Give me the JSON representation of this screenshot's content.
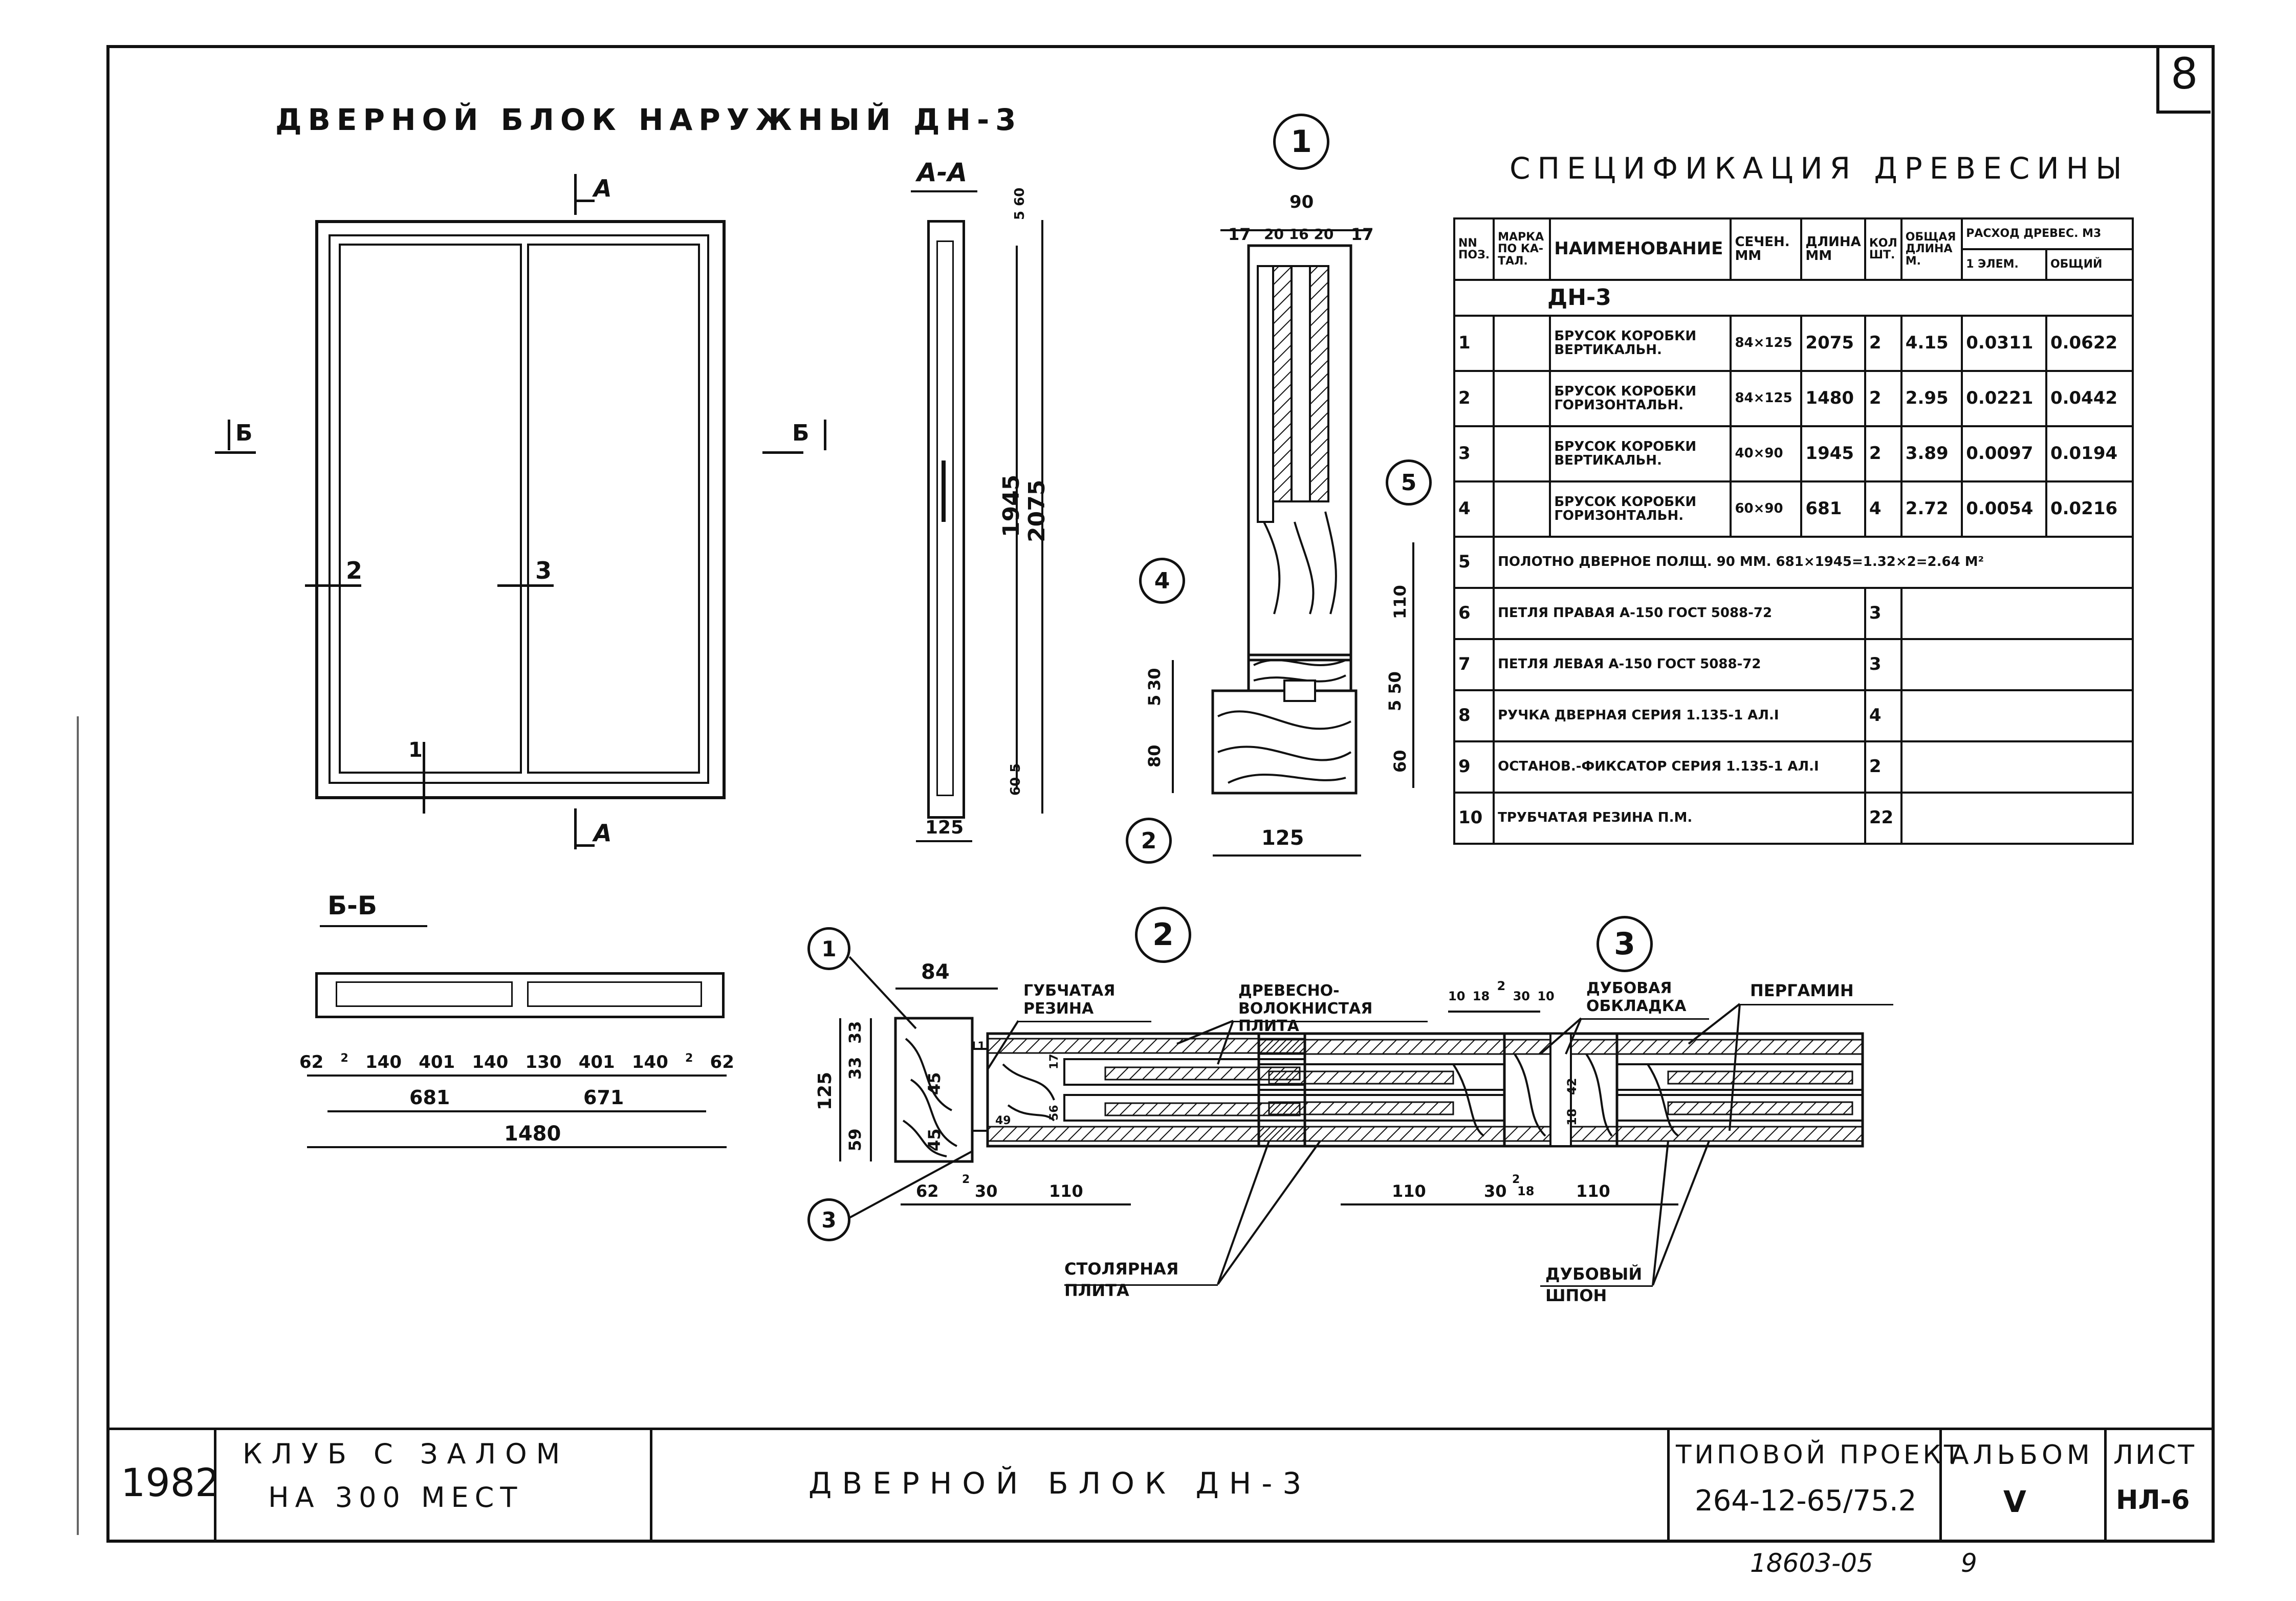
{
  "sheet": {
    "sheet_number": "8",
    "title": "ДВЕРНОЙ БЛОК НАРУЖНЫЙ ДН-3",
    "bottom_stamp": "18603-05",
    "bottom_page": "9"
  },
  "elevation": {
    "section_marks": {
      "a_top": "А",
      "a_bottom": "А",
      "b_left": "Б",
      "b_right": "Б"
    },
    "members": [
      "2",
      "3",
      "1"
    ]
  },
  "section_aa": {
    "title": "А-А",
    "dims": {
      "top": "5",
      "top2": "60",
      "mid": "1945",
      "total": "2075",
      "bot": "60",
      "bot2": "5",
      "width": "125"
    }
  },
  "section_bb": {
    "title": "Б-Б",
    "dims_row1": [
      "62",
      "2",
      "140",
      "401",
      "140",
      "130",
      "401",
      "140",
      "2",
      "62"
    ],
    "dims_row2": [
      "681",
      "671"
    ],
    "dims_total": "1480"
  },
  "detail1": {
    "label": "1",
    "dims_top": {
      "total": "90",
      "left": "17",
      "parts": "20 16 20",
      "right": "17"
    },
    "dims_left": [
      "5",
      "30",
      "80"
    ],
    "dims_right": [
      "110",
      "5",
      "50",
      "60"
    ],
    "width": "125",
    "callouts": [
      "4",
      "5",
      "2"
    ]
  },
  "detail2": {
    "label": "2",
    "width_top": "84",
    "dims_left": [
      "125",
      "33",
      "33",
      "59",
      "45",
      "45"
    ],
    "inner": [
      "11",
      "17",
      "56",
      "49"
    ],
    "dims_bottom": [
      "62",
      "2",
      "30",
      "110"
    ],
    "callouts": [
      "1",
      "3"
    ],
    "labels": {
      "rubber": "ГУБЧАТАЯ РЕЗИНА",
      "fiberboard": "ДРЕВЕСНО-ВОЛОКНИСТАЯ ПЛИТА",
      "joinery": "СТОЛЯРНАЯ ПЛИТА"
    }
  },
  "detail3": {
    "label": "3",
    "dims_top": [
      "10",
      "18",
      "2",
      "30",
      "10"
    ],
    "inner": [
      "18",
      "42"
    ],
    "dims_bottom": [
      "110",
      "30",
      "2",
      "18",
      "110"
    ],
    "labels": {
      "oak_trim": "ДУБОВАЯ ОБКЛАДКА",
      "pergamin": "ПЕРГАМИН",
      "oak_veneer": "ДУБОВЫЙ ШПОН"
    }
  },
  "spec": {
    "title": "СПЕЦИФИКАЦИЯ ДРЕВЕСИНЫ",
    "headers": {
      "nn": "NN ПОЗ.",
      "mark": "МАРКА ПО КА- ТАЛ.",
      "name": "НАИМЕНОВАНИЕ",
      "section": "СЕЧЕН. ММ",
      "length": "ДЛИНА ММ",
      "qty": "КОЛ ШТ.",
      "total_len": "ОБЩАЯ ДЛИНА М.",
      "wood": "РАСХОД ДРЕВЕС. М3",
      "per_el": "1 ЭЛЕМ.",
      "total": "ОБЩИЙ"
    },
    "group": "ДН-3",
    "rows": [
      {
        "n": "1",
        "name": "БРУСОК КОРОБКИ ВЕРТИКАЛЬН.",
        "section": "84×125",
        "length": "2075",
        "qty": "2",
        "total_len": "4.15",
        "per_el": "0.0311",
        "total": "0.0622"
      },
      {
        "n": "2",
        "name": "БРУСОК КОРОБКИ ГОРИЗОНТАЛЬН.",
        "section": "84×125",
        "length": "1480",
        "qty": "2",
        "total_len": "2.95",
        "per_el": "0.0221",
        "total": "0.0442"
      },
      {
        "n": "3",
        "name": "БРУСОК КОРОБКИ ВЕРТИКАЛЬН.",
        "section": "40×90",
        "length": "1945",
        "qty": "2",
        "total_len": "3.89",
        "per_el": "0.0097",
        "total": "0.0194"
      },
      {
        "n": "4",
        "name": "БРУСОК КОРОБКИ ГОРИЗОНТАЛЬН.",
        "section": "60×90",
        "length": "681",
        "qty": "4",
        "total_len": "2.72",
        "per_el": "0.0054",
        "total": "0.0216"
      }
    ],
    "wide_rows": [
      {
        "n": "5",
        "text": "ПОЛОТНО ДВЕРНОЕ ПОЛЩ. 90 ММ. 681×1945=1.32×2=2.64 М²",
        "qty": ""
      },
      {
        "n": "6",
        "text": "ПЕТЛЯ ПРАВАЯ А-150 ГОСТ 5088-72",
        "qty": "3"
      },
      {
        "n": "7",
        "text": "ПЕТЛЯ ЛЕВАЯ А-150 ГОСТ 5088-72",
        "qty": "3"
      },
      {
        "n": "8",
        "text": "РУЧКА ДВЕРНАЯ СЕРИЯ 1.135-1 АЛ.I",
        "qty": "4"
      },
      {
        "n": "9",
        "text": "ОСТАНОВ.-ФИКСАТОР СЕРИЯ 1.135-1 АЛ.I",
        "qty": "2"
      },
      {
        "n": "10",
        "text": "ТРУБЧАТАЯ РЕЗИНА П.М.",
        "qty": "22"
      }
    ]
  },
  "title_block": {
    "year": "1982",
    "project_name_1": "КЛУБ С ЗАЛОМ",
    "project_name_2": "НА 300 МЕСТ",
    "drawing_title": "ДВЕРНОЙ БЛОК ДН-3",
    "typical_label": "ТИПОВОЙ ПРОЕКТ",
    "typical_value": "264-12-65/75.2",
    "album_label": "АЛЬБОМ",
    "album_value": "V",
    "sheet_label": "ЛИСТ",
    "sheet_value": "НЛ-6"
  }
}
